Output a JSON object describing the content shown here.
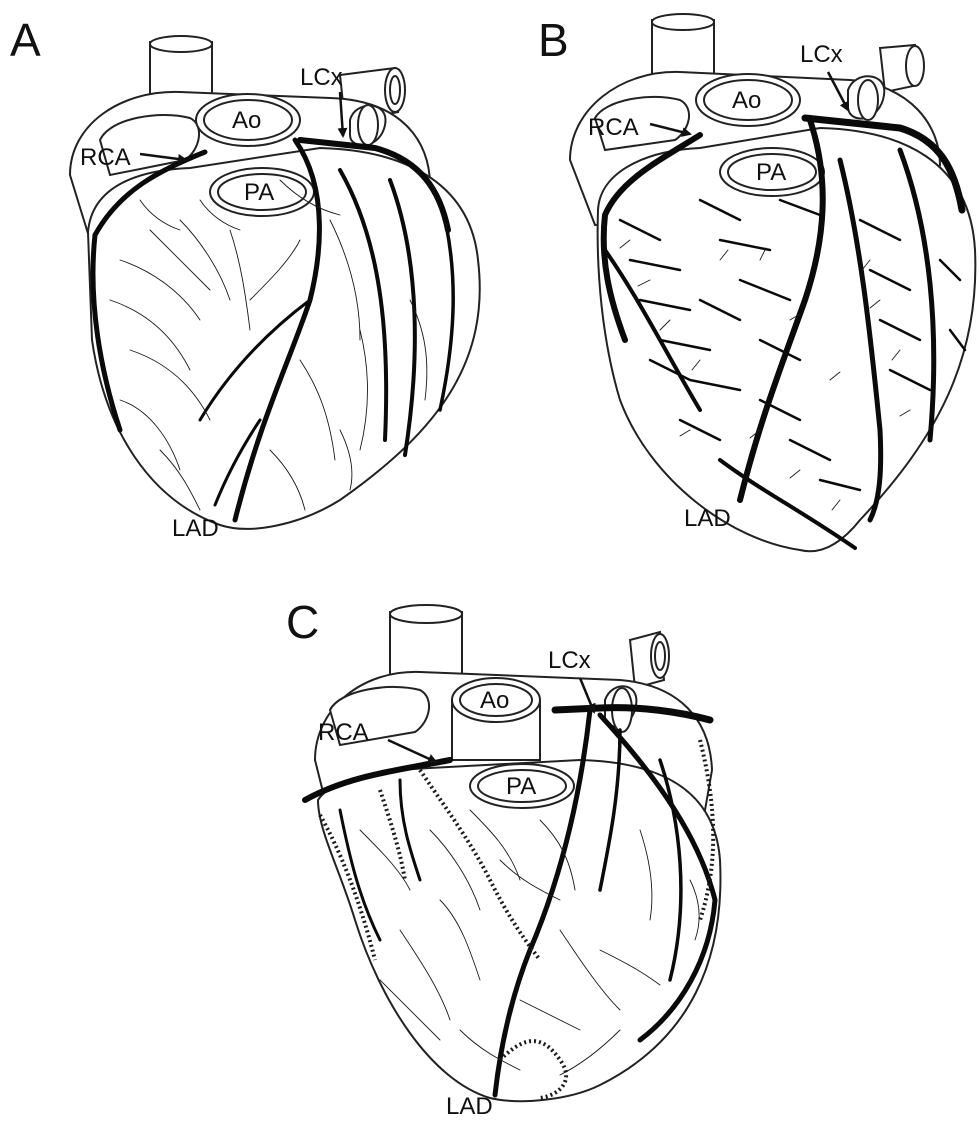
{
  "panels": [
    {
      "letter": "A",
      "labels": {
        "rca": "RCA",
        "lcx": "LCx",
        "ao": "Ao",
        "pa": "PA",
        "lad": "LAD"
      }
    },
    {
      "letter": "B",
      "labels": {
        "rca": "RCA",
        "lcx": "LCx",
        "ao": "Ao",
        "pa": "PA",
        "lad": "LAD"
      }
    },
    {
      "letter": "C",
      "labels": {
        "rca": "RCA",
        "lcx": "LCx",
        "ao": "Ao",
        "pa": "PA",
        "lad": "LAD"
      }
    }
  ]
}
